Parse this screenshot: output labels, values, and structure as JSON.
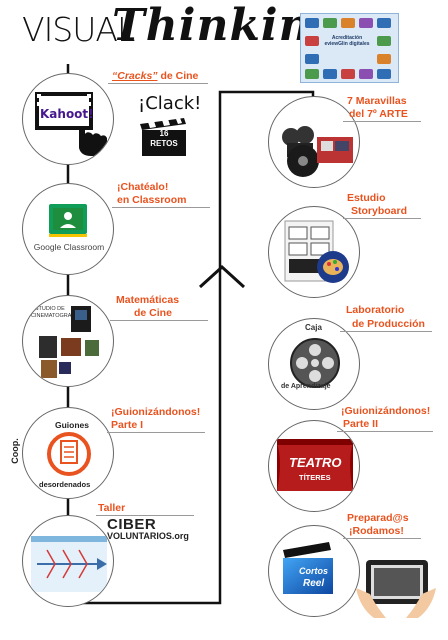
{
  "title": {
    "visual": "VISUAL",
    "thinking": "Thinking"
  },
  "badge": {
    "text": "Acreditación eviewGlin digitales"
  },
  "left_steps": [
    {
      "label_pre": "",
      "label_em": "“Cracks”",
      "label_post": " de Cine",
      "extra": "¡Clack!",
      "extra2": "16 RETOS",
      "logo": "Kahoot!"
    },
    {
      "label_line1": "¡Chatéalo!",
      "label_line2": "en Classroom",
      "logo": "Google Classroom"
    },
    {
      "label_line1": "Matemáticas",
      "label_line2": "de Cine",
      "logo": "ESTUDIO DE CINEMATOGRAF"
    },
    {
      "label_line1": "¡Guionizándonos!",
      "label_line2": "Parte I",
      "side": "Coop.",
      "top": "Guiones",
      "bottom": "desordenados"
    },
    {
      "label_line1": "Taller",
      "logo1": "CIBER",
      "logo2": "VOLUNTARIOS.org"
    }
  ],
  "right_steps": [
    {
      "label_line1": "7 Maravillas",
      "label_line2": "del 7º ARTE"
    },
    {
      "label_line1": "Estudio",
      "label_line2": "Storyboard"
    },
    {
      "label_line1": "Laboratorio",
      "label_line2": "de Producción",
      "top": "Caja",
      "bottom": "de Aprendizaje"
    },
    {
      "label_line1": "¡Guionizándonos!",
      "label_line2": "Parte II",
      "logo": "TEATRO",
      "logo2": "TÍTERES"
    },
    {
      "label_line1": "Preparad@s",
      "label_line2": "¡Rodamos!",
      "logo": "Cortos",
      "logo2": "Reel"
    }
  ],
  "colors": {
    "accent": "#e8531f",
    "line": "#111111"
  }
}
